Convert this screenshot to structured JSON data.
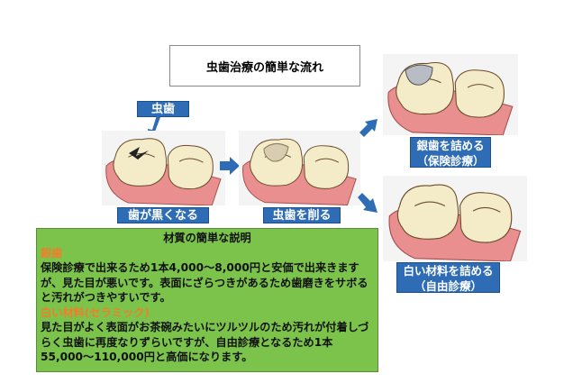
{
  "title": "虫歯治療の簡単な流れ",
  "labels": {
    "cavity": "虫歯",
    "step1": "歯が黒くなる",
    "step2": "虫歯を削る",
    "silver_1": "銀歯を詰める",
    "silver_2": "（保険診療）",
    "white_1": "白い材料を詰める",
    "white_2": "（自由診療）"
  },
  "explanation": {
    "heading": "材質の簡単な説明",
    "silver_title": "銀歯",
    "silver_text": "保険診療で出来るため1本4,000〜8,000円と安価で出来きますが、見た目が悪いです。表面にざらつきがあるため歯磨きをサボると汚れがつきやすいです。",
    "white_title": "白い材料(セラミック)",
    "white_text": "見た目がよく表面がお茶碗みたいにツルツルのため汚れが付着しづらく虫歯に再度なりずらいですが、自由診療となるため1本55,000〜110,000円と高価になります。"
  },
  "colors": {
    "label_bg": "#2e6db6",
    "box_bg": "#7cc34c",
    "accent_text": "#f07f2a",
    "arrow": "#2e6db6"
  }
}
